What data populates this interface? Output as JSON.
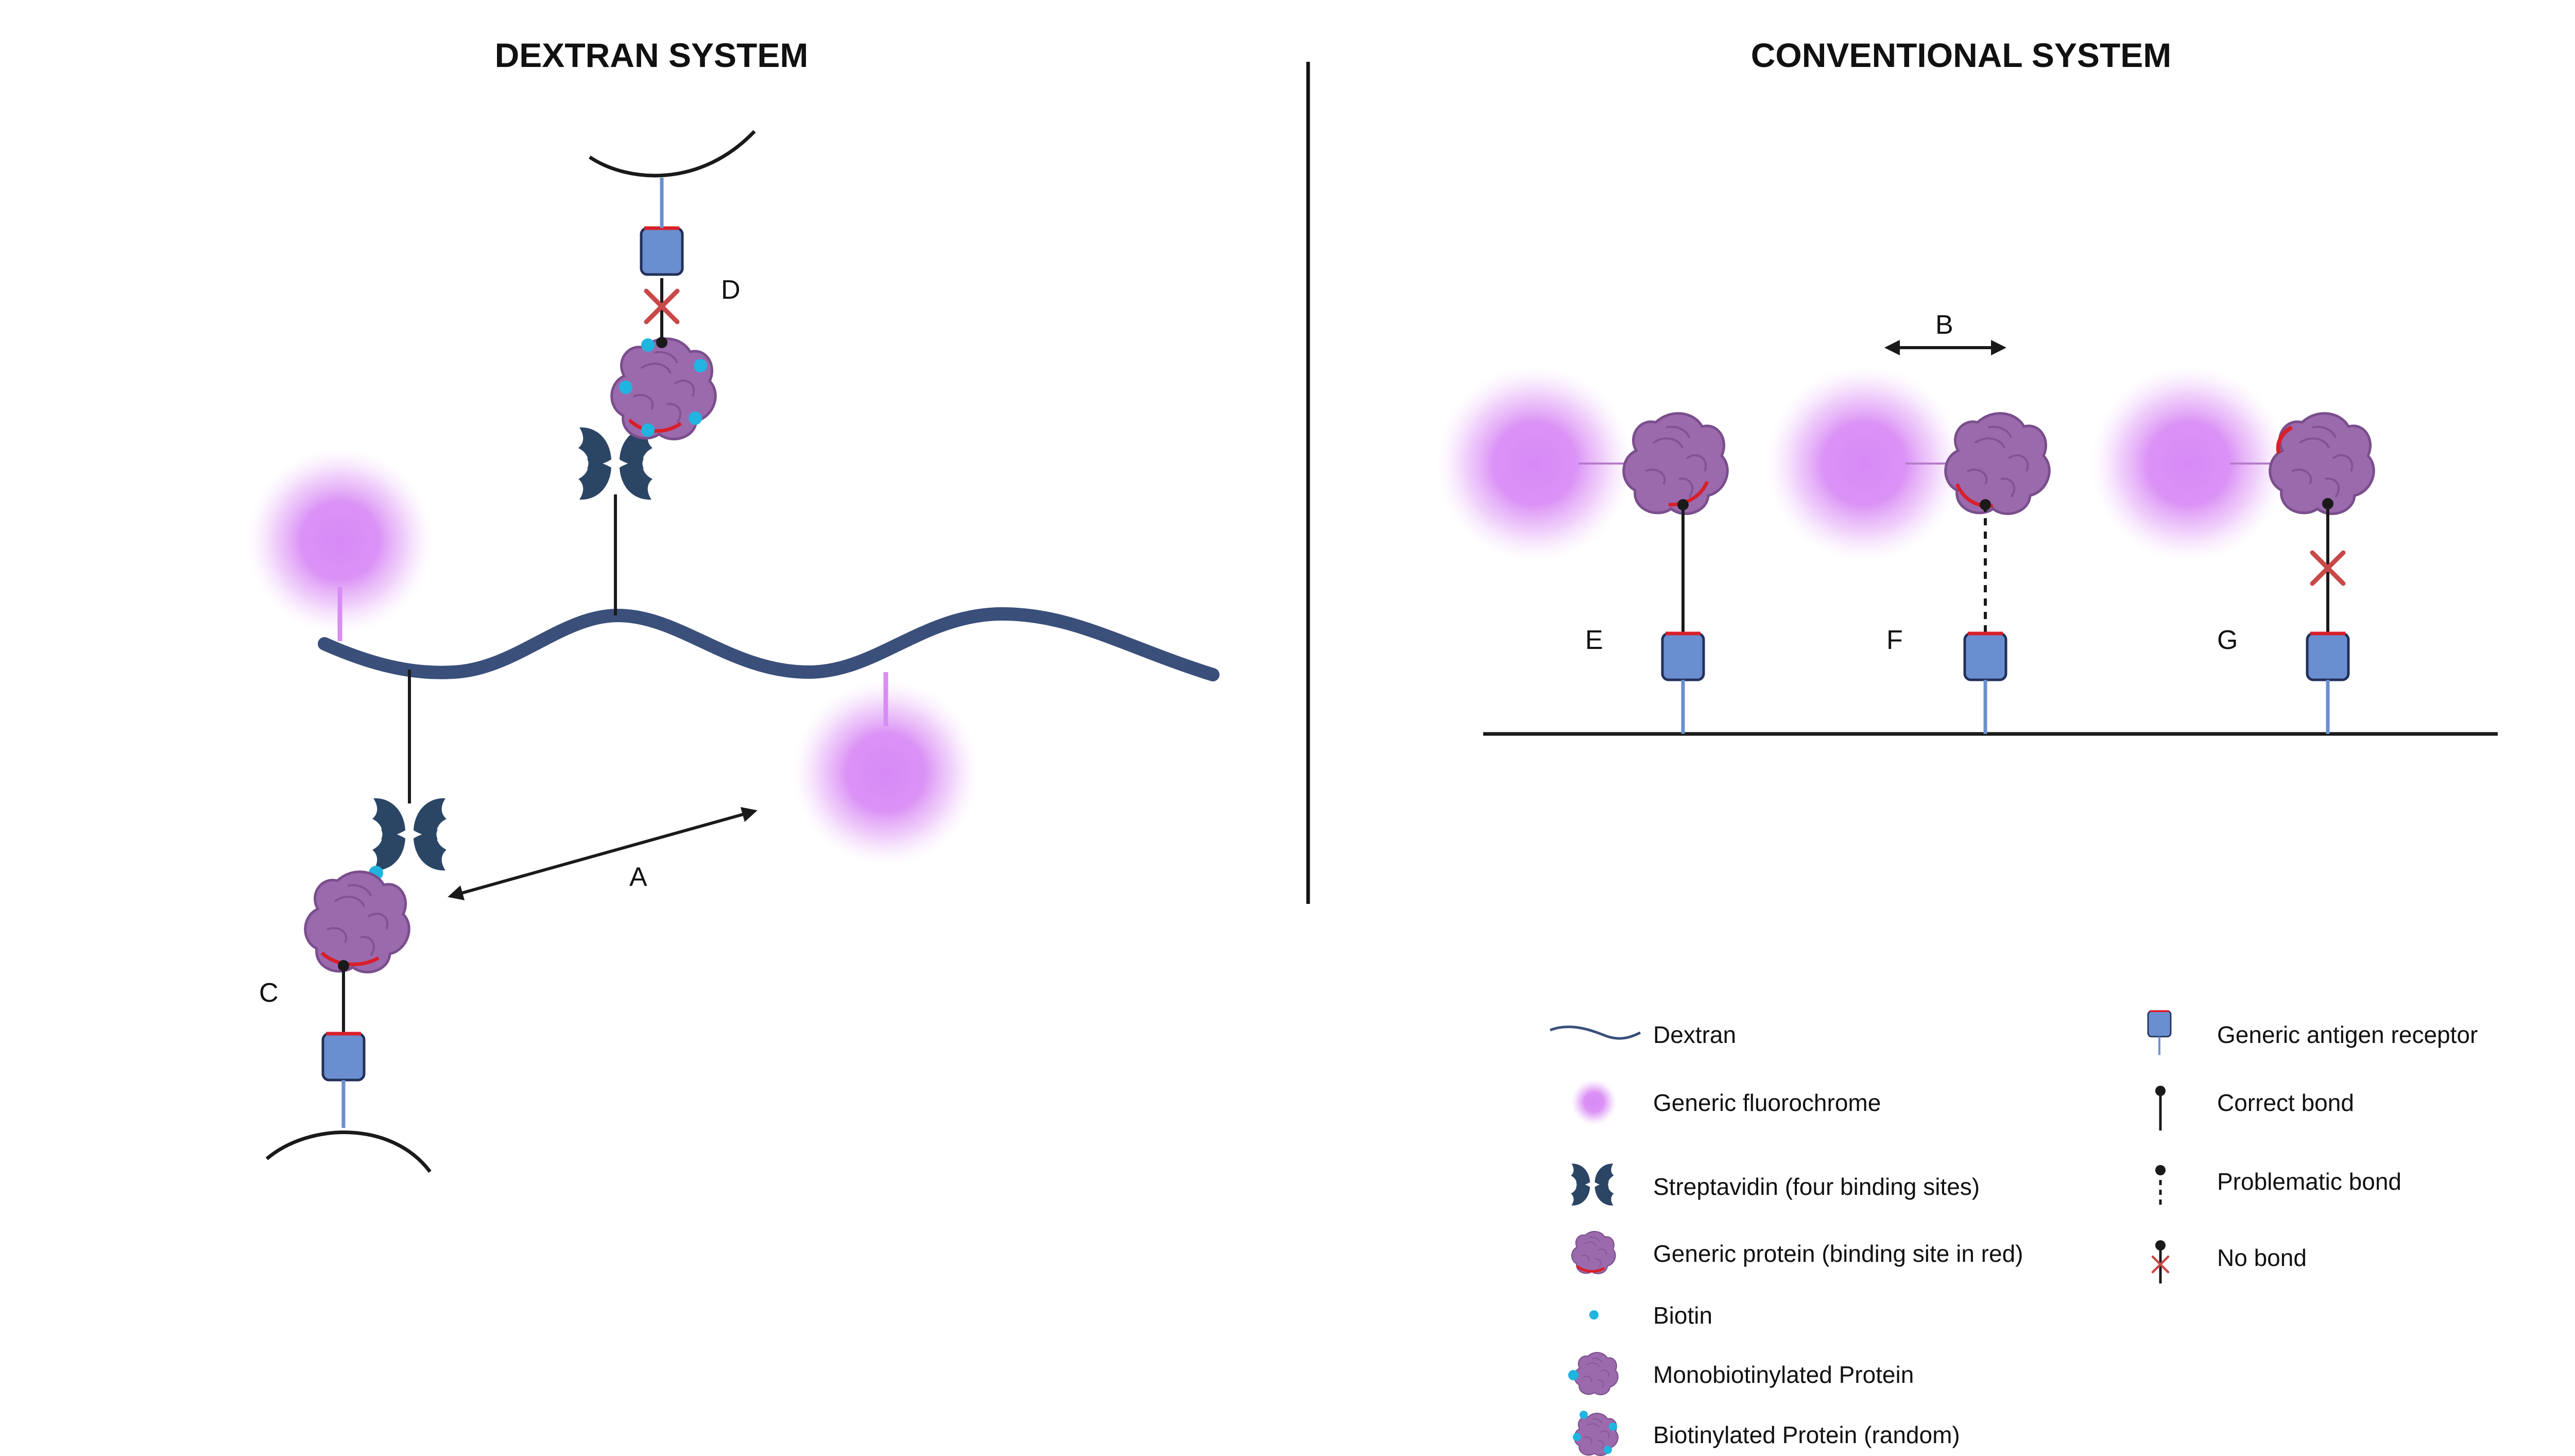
{
  "titles": {
    "dextran": "DEXTRAN SYSTEM",
    "conventional": "CONVENTIONAL SYSTEM"
  },
  "labels": {
    "a": "A",
    "b": "B",
    "c": "C",
    "d": "D",
    "e": "E",
    "f": "F",
    "g": "G"
  },
  "legend": {
    "dextran": "Dextran",
    "fluorochrome": "Generic fluorochrome",
    "streptavidin": "Streptavidin (four binding sites)",
    "protein": "Generic protein (binding site in red)",
    "biotin": "Biotin",
    "mono_protein": "Monobiotinylated Protein",
    "random_protein": "Biotinylated Protein (random)",
    "receptor": "Generic antigen receptor",
    "correct_bond": "Correct bond",
    "problematic_bond": "Problematic bond",
    "no_bond": "No bond"
  },
  "colors": {
    "dextran": "#3a4f7a",
    "fluorochrome": "#d98cf5",
    "streptavidin": "#2b4565",
    "protein": "#9b6aad",
    "binding_site": "#d81f2a",
    "biotin": "#1fb5e0",
    "receptor": "#6a8fd0",
    "no_bond": "#c94848"
  }
}
